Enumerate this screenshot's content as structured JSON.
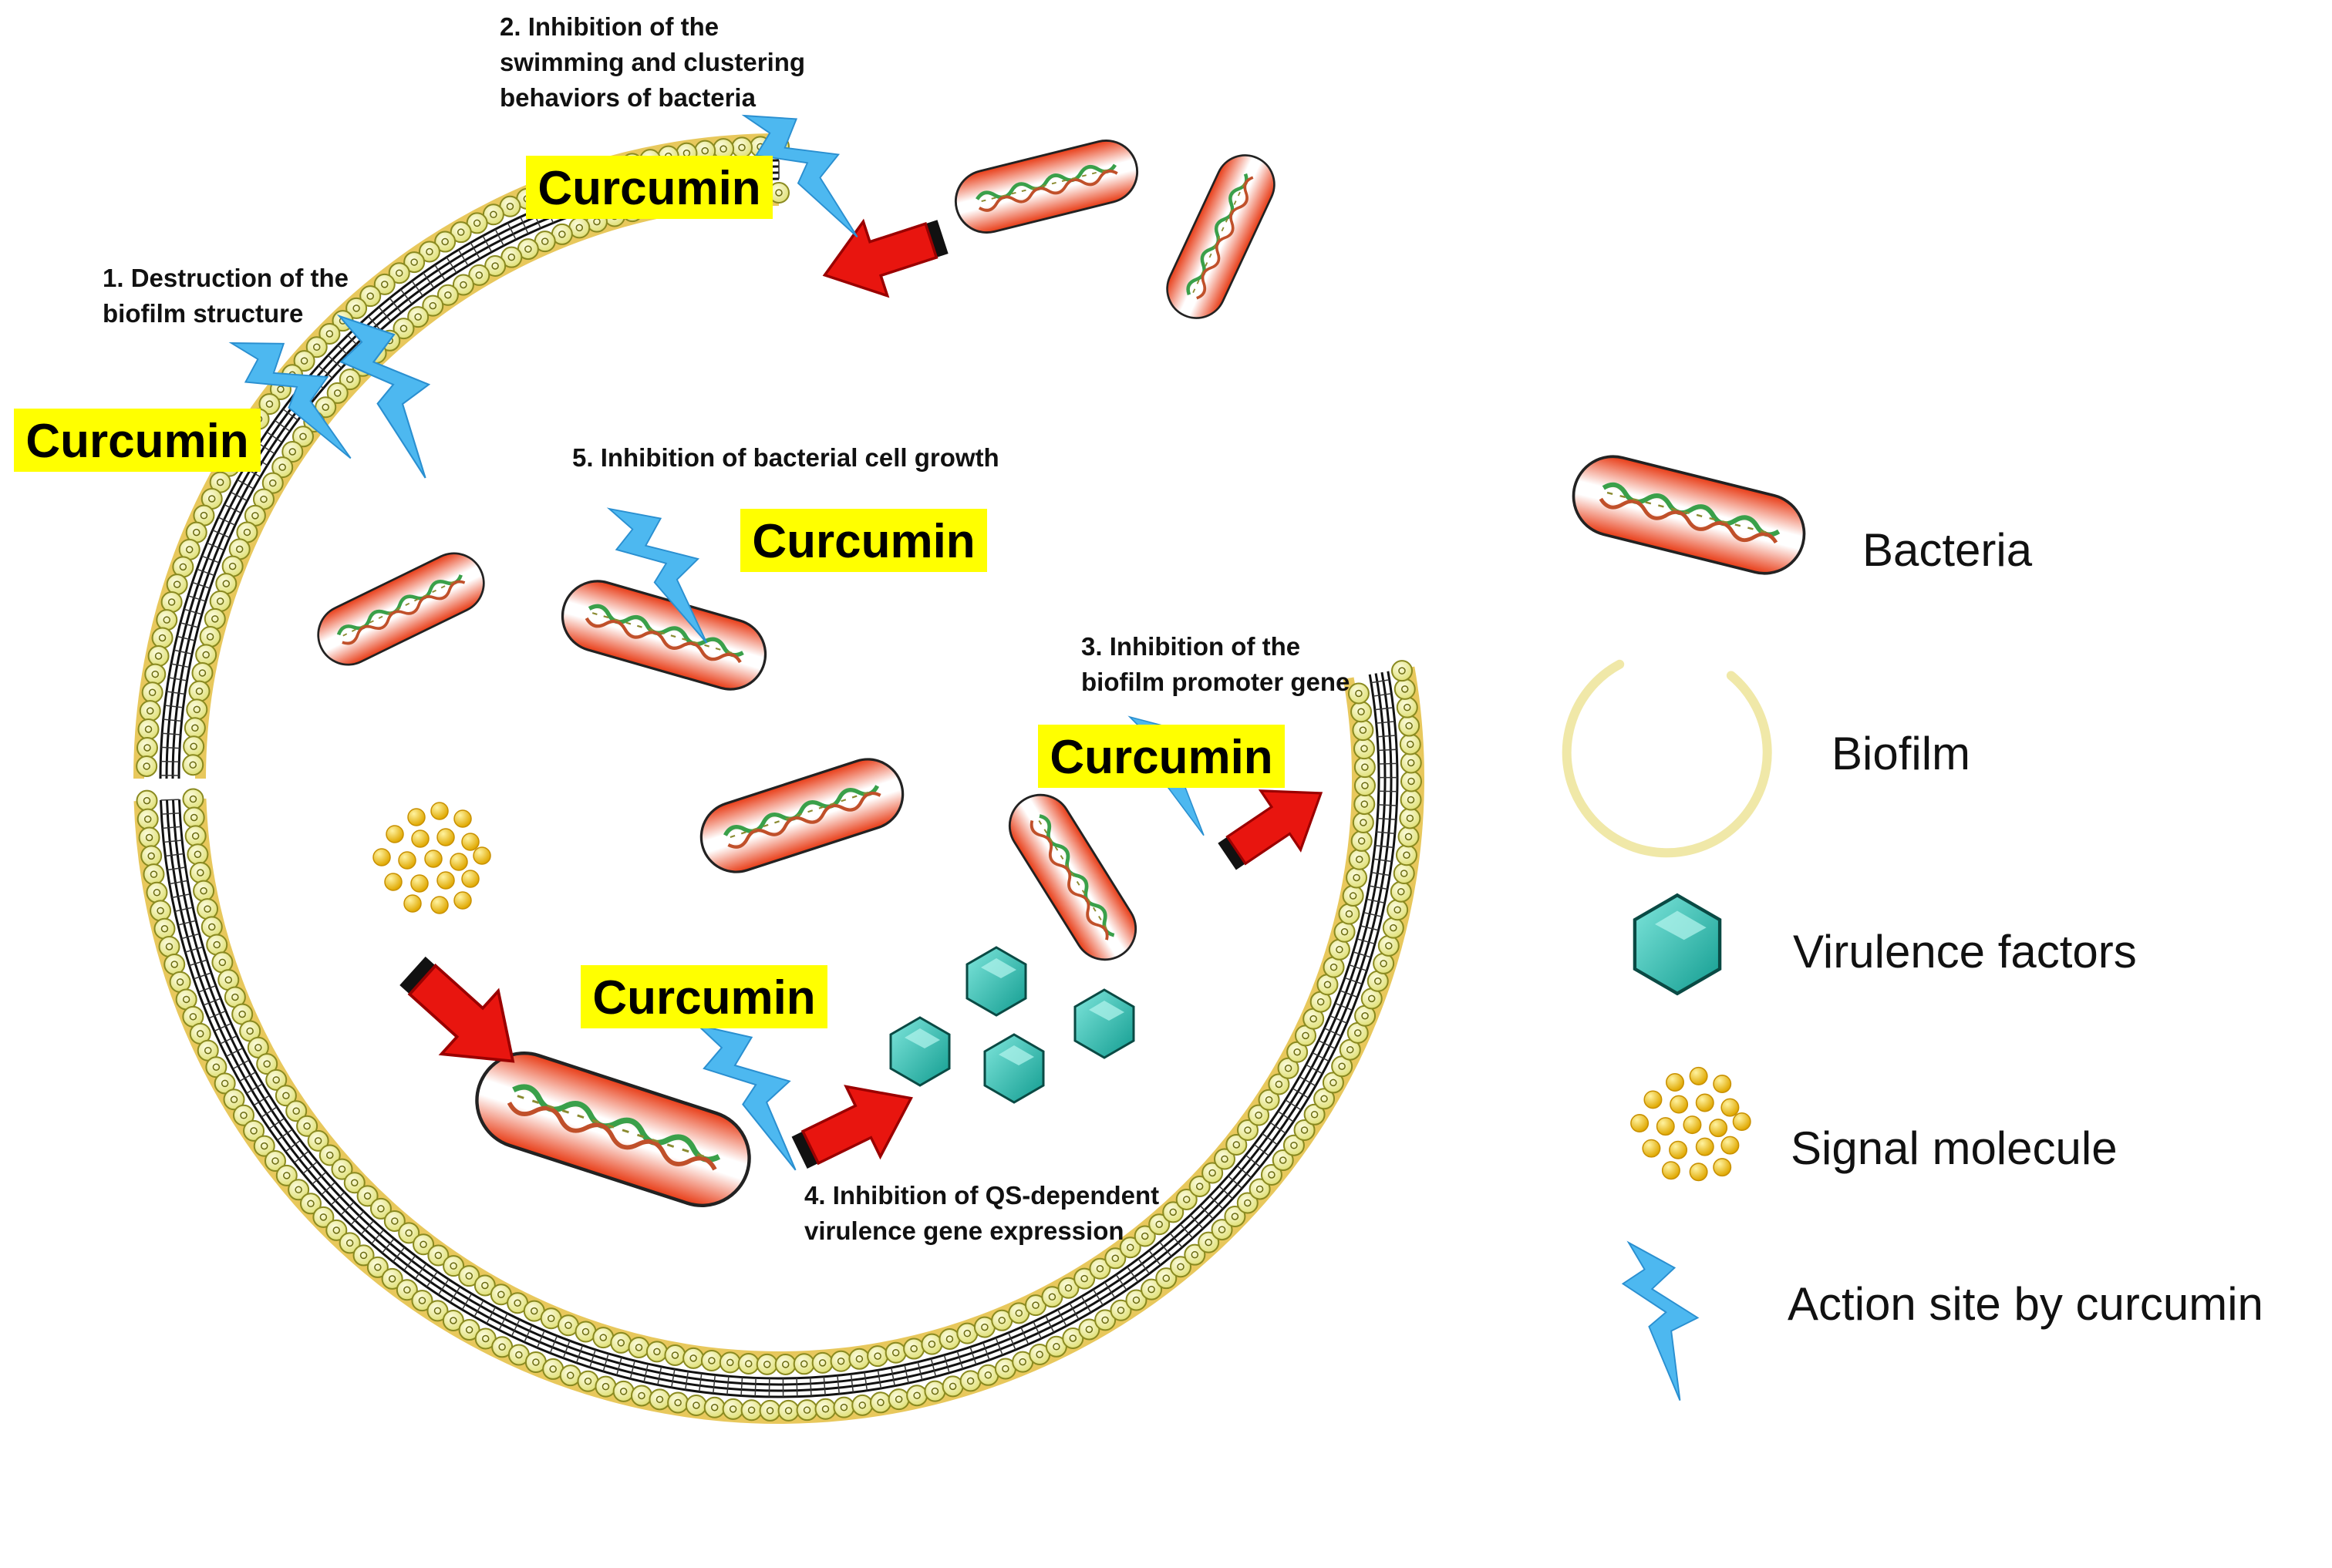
{
  "colors": {
    "curcumin_highlight": "#ffff00",
    "bolt": "#4db8f0",
    "arrow": "#e8150f",
    "bacteria": "#e83a14",
    "biofilm_bead": "#f0f0a0",
    "biofilm_outline": "#d9c02a",
    "virulence": "#1fb5a8",
    "signal": "#f3c20f"
  },
  "curcumin_labels": [
    "Curcumin",
    "Curcumin",
    "Curcumin",
    "Curcumin",
    "Curcumin"
  ],
  "steps": {
    "s1": [
      "1. Destruction of the",
      "biofilm structure"
    ],
    "s2": [
      "2. Inhibition of the",
      "swimming and clustering",
      "behaviors of bacteria"
    ],
    "s3": [
      "3. Inhibition of the",
      "biofilm promoter gene"
    ],
    "s4": [
      "4. Inhibition of QS-dependent",
      "virulence gene expression"
    ],
    "s5": [
      "5. Inhibition of bacterial cell growth"
    ]
  },
  "legend": {
    "bacteria": {
      "label": "Bacteria",
      "icon": "bacteria-icon"
    },
    "biofilm": {
      "label": "Biofilm",
      "icon": "biofilm-icon"
    },
    "virulence": {
      "label": "Virulence factors",
      "icon": "hexagon-icon"
    },
    "signal": {
      "label": "Signal molecule",
      "icon": "dots-icon"
    },
    "action": {
      "label": "Action site by curcumin",
      "icon": "lightning-icon"
    }
  }
}
